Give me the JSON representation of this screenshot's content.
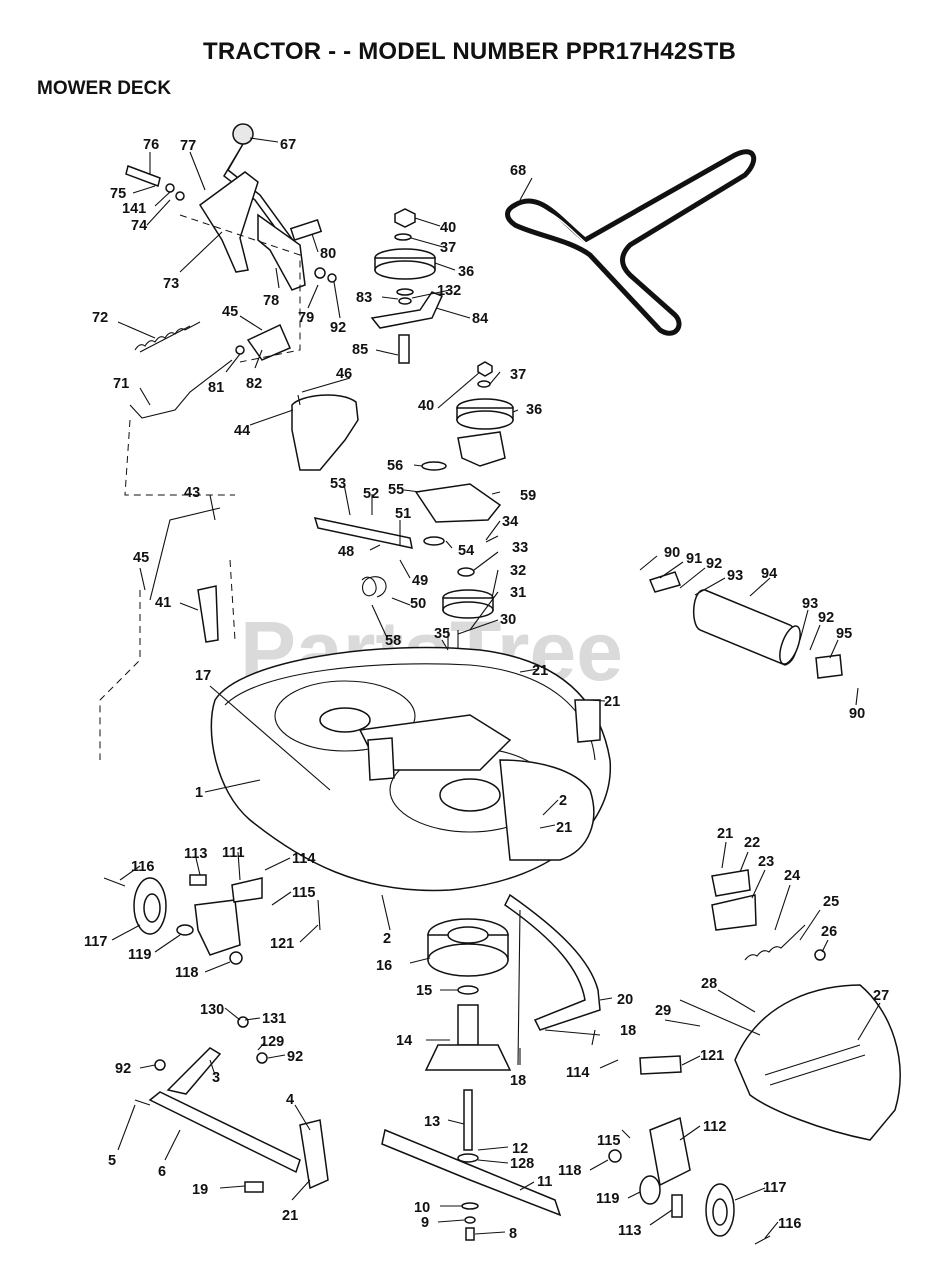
{
  "header": {
    "title": "TRACTOR - - MODEL NUMBER PPR17H42STB",
    "section": "MOWER DECK"
  },
  "watermark": "PartsTree",
  "callouts": [
    "76",
    "77",
    "67",
    "75",
    "141",
    "74",
    "73",
    "80",
    "78",
    "79",
    "92",
    "72",
    "45",
    "81",
    "82",
    "71",
    "46",
    "44",
    "68",
    "40",
    "37",
    "36",
    "83",
    "132",
    "84",
    "85",
    "40",
    "37",
    "36",
    "56",
    "55",
    "59",
    "53",
    "52",
    "51",
    "34",
    "48",
    "54",
    "33",
    "49",
    "32",
    "31",
    "50",
    "58",
    "35",
    "30",
    "43",
    "45",
    "41",
    "90",
    "91",
    "92",
    "93",
    "94",
    "93",
    "92",
    "95",
    "90",
    "17",
    "21",
    "21",
    "1",
    "2",
    "21",
    "116",
    "113",
    "111",
    "114",
    "115",
    "117",
    "119",
    "121",
    "118",
    "2",
    "16",
    "15",
    "20",
    "14",
    "18",
    "18",
    "114",
    "121",
    "21",
    "22",
    "23",
    "24",
    "25",
    "26",
    "27",
    "28",
    "29",
    "130",
    "131",
    "129",
    "92",
    "92",
    "3",
    "4",
    "5",
    "6",
    "19",
    "21",
    "13",
    "12",
    "128",
    "11",
    "10",
    "9",
    "8",
    "115",
    "112",
    "118",
    "119",
    "117",
    "113",
    "116"
  ]
}
